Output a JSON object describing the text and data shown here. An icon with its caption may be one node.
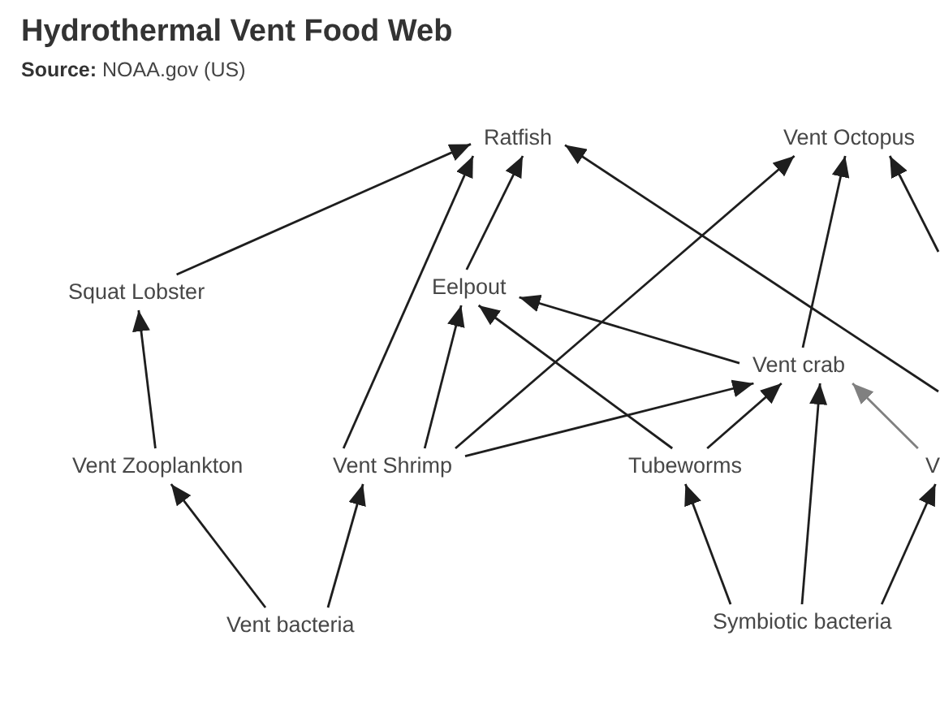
{
  "diagram": {
    "title": "Hydrothermal Vent Food Web",
    "nodes": [
      {
        "text": [
          "Ratfish"
        ]
      },
      {
        "text": [
          "Vent Octopus"
        ]
      },
      {
        "text": [
          "Squat Lobster"
        ]
      },
      {
        "text": [
          "Eelpout"
        ]
      },
      {
        "text": [
          "Vent crab"
        ]
      },
      {
        "text": [
          "Vent Zooplankton"
        ]
      },
      {
        "text": [
          "Vent Shrimp"
        ]
      },
      {
        "text": [
          "Tubeworms"
        ]
      },
      {
        "text": [
          "V"
        ]
      },
      {
        "text": [
          "Vent bacteria"
        ]
      },
      {
        "text": [
          "Symbiotic bacteria"
        ]
      }
    ],
    "edges": [
      {
        "from": 2,
        "to": 0,
        "arrow": "to"
      },
      {
        "from": 3,
        "to": 0,
        "arrow": "to"
      },
      {
        "from": 6,
        "to": 0,
        "arrow": "to"
      },
      {
        "from": null,
        "to": 0,
        "arrow": "to"
      },
      {
        "from": 6,
        "to": 1,
        "arrow": "to"
      },
      {
        "from": 4,
        "to": 1,
        "arrow": "to"
      },
      {
        "from": null,
        "to": 1,
        "arrow": "to"
      },
      {
        "from": 5,
        "to": 2,
        "arrow": "to"
      },
      {
        "from": 6,
        "to": 3,
        "arrow": "to"
      },
      {
        "from": 4,
        "to": 3,
        "arrow": "to"
      },
      {
        "from": 7,
        "to": 3,
        "arrow": "to"
      },
      {
        "from": 6,
        "to": 4,
        "arrow": "to"
      },
      {
        "from": 7,
        "to": 4,
        "arrow": "to"
      },
      {
        "from": 10,
        "to": 4,
        "arrow": "to"
      },
      {
        "from": 8,
        "to": 4,
        "arrow": "to",
        "color": "#808080"
      },
      {
        "from": 9,
        "to": 5,
        "arrow": "to"
      },
      {
        "from": 9,
        "to": 6,
        "arrow": "to"
      },
      {
        "from": 10,
        "to": 7,
        "arrow": "to"
      },
      {
        "from": 10,
        "to": 8,
        "arrow": "to"
      }
    ],
    "labels": [
      "**Source:** NOAA.gov (US)"
    ]
  }
}
